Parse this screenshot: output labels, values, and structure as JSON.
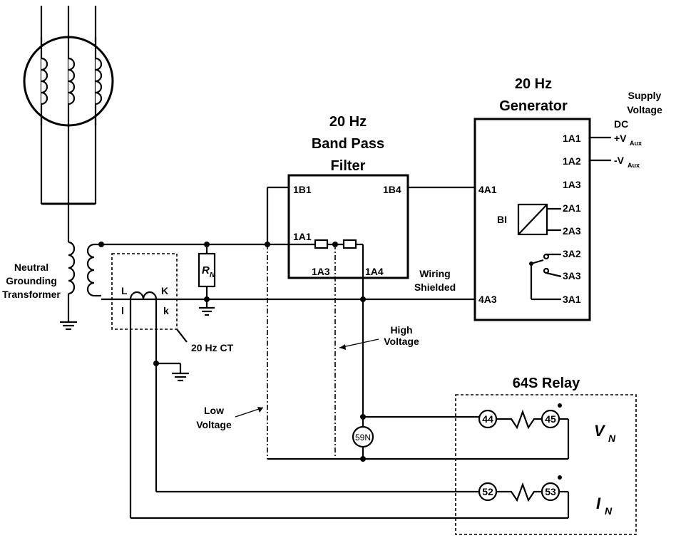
{
  "filter": {
    "title_line1": "20 Hz",
    "title_line2": "Band Pass",
    "title_line3": "Filter",
    "terminals": {
      "t1b1": "1B1",
      "t1b4": "1B4",
      "t1a1": "1A1",
      "t1a3": "1A3",
      "t1a4": "1A4"
    }
  },
  "generator": {
    "title_line1": "20 Hz",
    "title_line2": "Generator",
    "terminals": {
      "t1a1": "1A1",
      "t1a2": "1A2",
      "t1a3": "1A3",
      "t4a1": "4A1",
      "t4a3": "4A3",
      "t2a1": "2A1",
      "t2a3": "2A3",
      "t3a2": "3A2",
      "t3a3": "3A3",
      "t3a1": "3A1",
      "bi": "BI"
    }
  },
  "supply": {
    "line1": "Supply",
    "line2": "Voltage",
    "line3": "DC",
    "plus": "+V",
    "minus": "-V",
    "sub": "Aux"
  },
  "transformer": {
    "line1": "Neutral",
    "line2": "Grounding",
    "line3": "Transformer"
  },
  "resistor": {
    "label": "R",
    "sub": "N"
  },
  "ct": {
    "label": "20 Hz CT",
    "L": "L",
    "K": "K",
    "l": "l",
    "k": "k"
  },
  "wiring": {
    "line1": "Wiring",
    "line2": "Shielded"
  },
  "high_voltage": {
    "line1": "High",
    "line2": "Voltage"
  },
  "low_voltage": {
    "line1": "Low",
    "line2": "Voltage"
  },
  "relay": {
    "title": "64S Relay",
    "t44": "44",
    "t45": "45",
    "t52": "52",
    "t53": "53",
    "vn": "V",
    "vn_sub": "N",
    "in": "I",
    "in_sub": "N"
  },
  "device_59n": "59N"
}
